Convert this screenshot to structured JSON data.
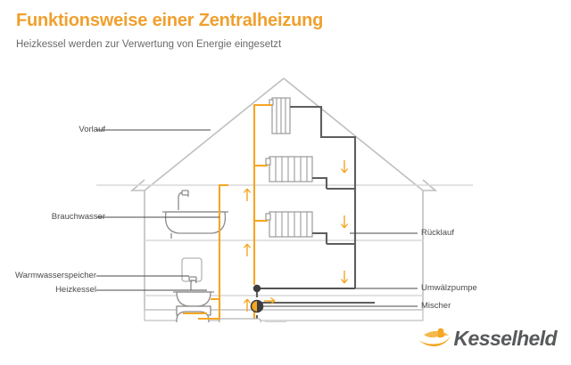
{
  "header": {
    "title": "Funktionsweise einer Zentralheizung",
    "subtitle": "Heizkessel werden zur Verwertung von Energie eingesetzt"
  },
  "colors": {
    "title_orange": "#F0A02E",
    "flow_orange": "#F5A623",
    "return_gray": "#5E5E5E",
    "house_outline": "#BFBFBF",
    "floor_line": "#D8D8D8",
    "label_text": "#4a4a4a",
    "logo_text": "#58595B",
    "logo_mark": "#F5A623"
  },
  "labels": {
    "left": [
      {
        "text": "Vorlauf",
        "name": "label-vorlauf"
      },
      {
        "text": "Brauchwasser",
        "name": "label-brauchwasser"
      },
      {
        "text": "Warmwasserspeicher",
        "name": "label-warmwasserspeicher"
      },
      {
        "text": "Heizkessel",
        "name": "label-heizkessel"
      }
    ],
    "right": [
      {
        "text": "Rücklauf",
        "name": "label-ruecklauf"
      },
      {
        "text": "Umwälzpumpe",
        "name": "label-umwaelzpumpe"
      },
      {
        "text": "Mischer",
        "name": "label-mischer"
      }
    ]
  },
  "diagram": {
    "legend": {
      "flow": "Vorlauf",
      "return": "Rücklauf"
    },
    "components": [
      "roof",
      "bathtub",
      "sink",
      "water-heater-box",
      "hot-water-storage-tank",
      "boiler",
      "radiator-attic",
      "radiator-upper",
      "radiator-lower",
      "circulation-pump",
      "mixer-valve"
    ],
    "flow_arrows_up": 3,
    "flow_arrows_down": 3
  },
  "logo": {
    "text": "Kesselheld",
    "mark": "hero-cape-icon"
  }
}
